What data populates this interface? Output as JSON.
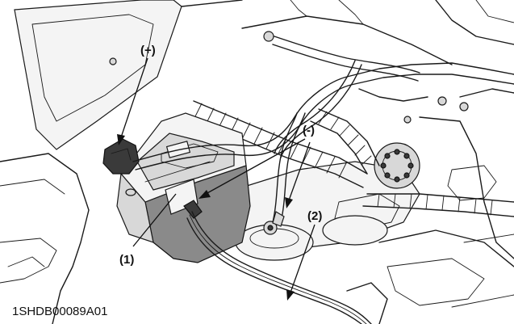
{
  "figure": {
    "code": "1SHDB00089A01",
    "callouts": {
      "positive": "(+)",
      "negative": "(-)",
      "item1": "(1)",
      "item2": "(2)"
    }
  }
}
